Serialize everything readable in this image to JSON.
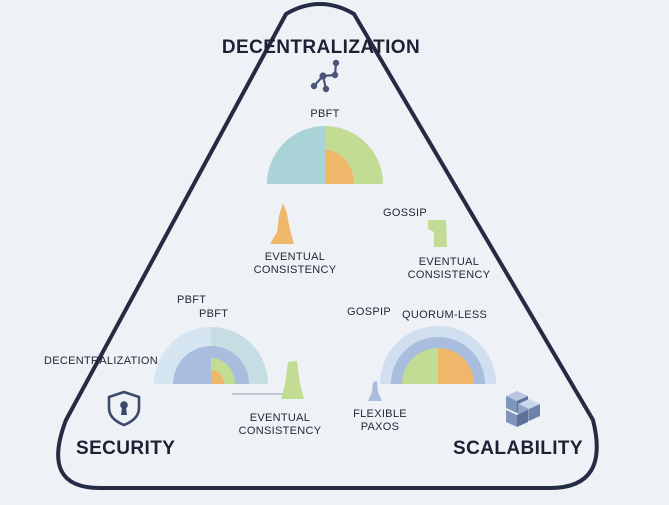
{
  "vertices": {
    "top": "DECENTRALIZATION",
    "left": "SECURITY",
    "right": "SCALABILITY"
  },
  "labels": {
    "top_pbft": "PBFT",
    "top_gossip": "GOSSIP",
    "top_eventual_left_1": "EVENTUAL",
    "top_eventual_left_2": "CONSISTENCY",
    "top_eventual_right_1": "EVENTUAL",
    "top_eventual_right_2": "CONSISTENCY",
    "left_pbft_1": "PBFT",
    "left_pbft_2": "PBFT",
    "left_decentralization": "DECENTRALIZATION",
    "left_eventual_1": "EVENTUAL",
    "left_eventual_2": "CONSISTENCY",
    "right_gospip": "GOSPIP",
    "right_quorum": "QUORUM-LESS",
    "right_flexible_1": "FLEXIBLE",
    "right_flexible_2": "PAXOS"
  },
  "icons": {
    "top": "network-nodes-icon",
    "left": "shield-lock-icon",
    "right": "stacked-cubes-icon"
  },
  "colors": {
    "outline": "#232b45",
    "teal": "#a9d3d6",
    "green": "#c3dc94",
    "orange": "#efb769",
    "blue": "#a9bedf",
    "light_blue": "#cfdff0"
  }
}
